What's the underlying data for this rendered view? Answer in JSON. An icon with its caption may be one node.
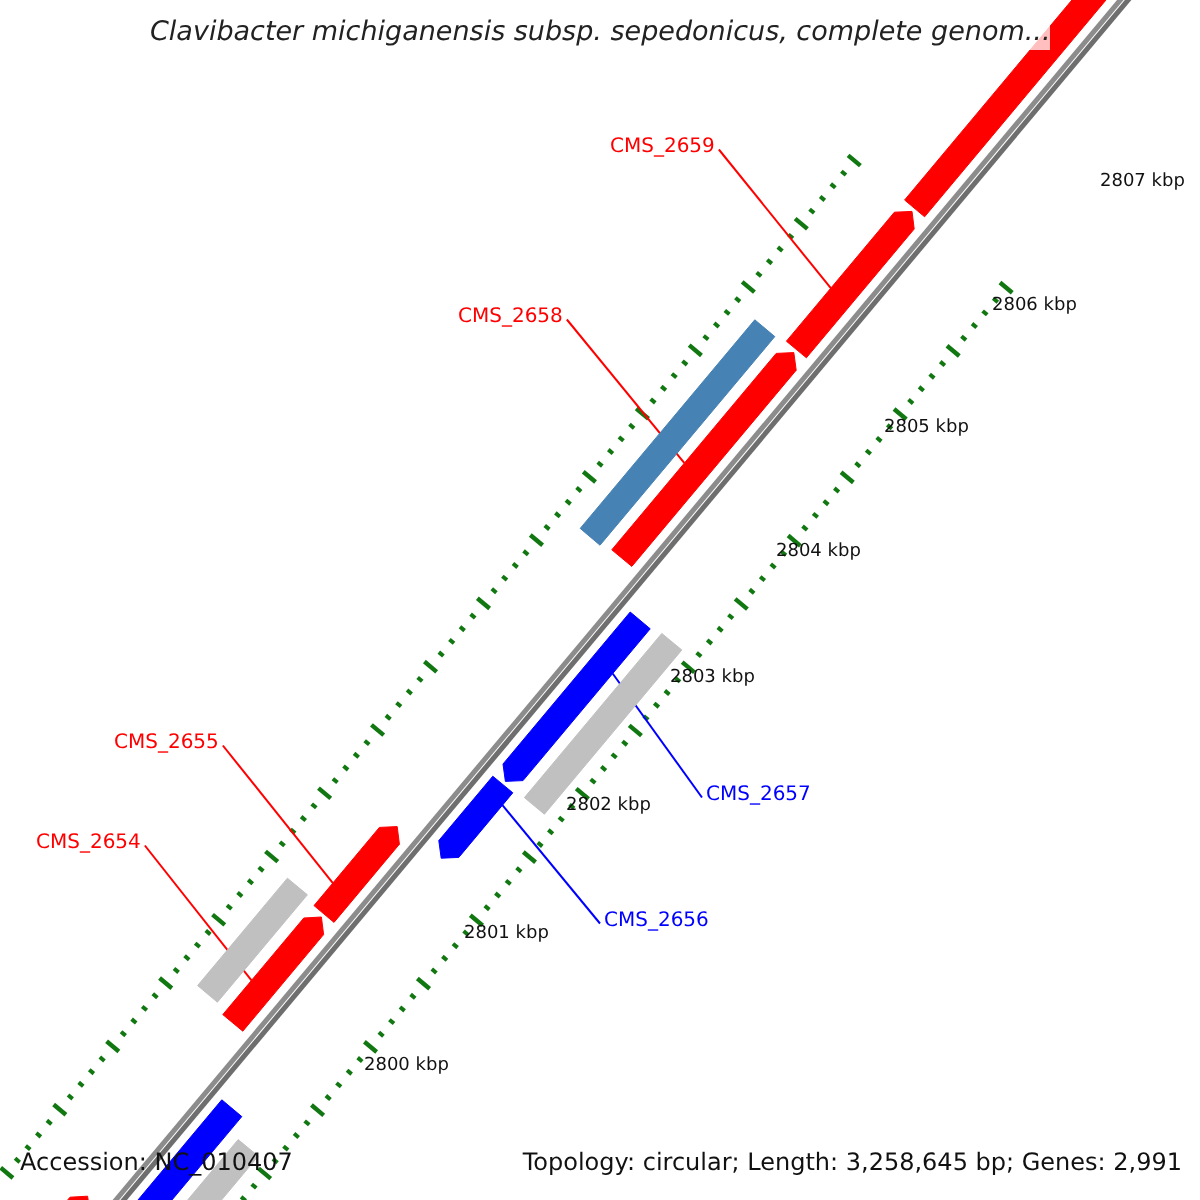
{
  "diagram": {
    "title": "Clavibacter michiganensis subsp. sepedonicus, complete genom...",
    "nodes": [
      {
        "text": [
          "CMS_2659"
        ]
      },
      {
        "text": [
          "CMS_2658"
        ]
      },
      {
        "text": [
          "CMS_2655"
        ]
      },
      {
        "text": [
          "CMS_2657"
        ]
      },
      {
        "text": [
          "CMS_2654"
        ]
      },
      {
        "text": [
          "CMS_2656"
        ]
      },
      {
        "text": [],
        "shape": "arrow"
      },
      {
        "text": [],
        "shape": "arrow"
      },
      {
        "text": [],
        "shape": "bar"
      },
      {
        "text": [],
        "shape": "bar"
      },
      {
        "text": [],
        "shape": "arrow"
      },
      {
        "text": [],
        "shape": "arrow"
      },
      {
        "text": [],
        "shape": "arrow"
      },
      {
        "text": [],
        "shape": "arrow"
      },
      {
        "text": [],
        "shape": "bar"
      },
      {
        "text": [],
        "shape": "bar"
      },
      {
        "text": [],
        "shape": "arrow"
      },
      {
        "text": [],
        "shape": "arrow"
      },
      {
        "text": [],
        "shape": "arrow"
      }
    ],
    "edges": [
      {
        "from": 0,
        "to": 17,
        "arrow": "none"
      },
      {
        "from": 1,
        "to": 16,
        "arrow": "none"
      },
      {
        "from": 2,
        "to": 11,
        "arrow": "none"
      },
      {
        "from": 3,
        "to": 13,
        "arrow": "none",
        "color": "#0000ff"
      },
      {
        "from": 4,
        "to": 10,
        "arrow": "none"
      },
      {
        "from": 5,
        "to": 12,
        "arrow": "none",
        "color": "#0000ff"
      }
    ],
    "labels": [
      "2807 kbp",
      "2806 kbp",
      "2805 kbp",
      "2804 kbp",
      "2803 kbp",
      "2802 kbp",
      "2801 kbp",
      "2800 kbp",
      "Accession: NC_010407",
      "Topology: circular; Length: 3,258,645 bp; Genes: 2,991"
    ]
  }
}
